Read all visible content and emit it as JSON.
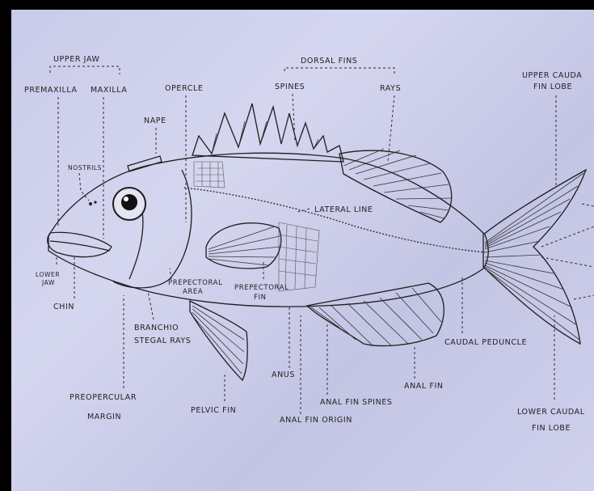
{
  "labels": {
    "upper_jaw": "UPPER JAW",
    "premaxilla": "PREMAXILLA",
    "maxilla": "MAXILLA",
    "opercle": "OPERCLE",
    "dorsal_fins": "DORSAL FINS",
    "spines": "SPINES",
    "rays": "RAYS",
    "upper_caudal_1": "UPPER CAUDA",
    "upper_caudal_2": "FIN LOBE",
    "nape": "NAPE",
    "nostrils": "NOSTRILS",
    "lateral_line": "LATERAL LINE",
    "lower_jaw_1": "LOWER",
    "lower_jaw_2": "JAW",
    "chin": "CHIN",
    "prepectoral_area_1": "PREPECTORAL",
    "prepectoral_area_2": "AREA",
    "prepectoral_fin_1": "PREPECTORAL",
    "prepectoral_fin_2": "FIN",
    "branchio_1": "BRANCHIO",
    "branchio_2": "STEGAL RAYS",
    "caudal_peduncle": "CAUDAL PEDUNCLE",
    "anus": "ANUS",
    "anal_fin": "ANAL FIN",
    "anal_fin_spines": "ANAL FIN SPINES",
    "preopercular_1": "PREOPERCULAR",
    "preopercular_2": "MARGIN",
    "pelvic_fin": "PELVIC FIN",
    "anal_fin_origin": "ANAL FIN ORIGIN",
    "lower_caudal_1": "LOWER CAUDAL",
    "lower_caudal_2": "FIN LOBE"
  }
}
